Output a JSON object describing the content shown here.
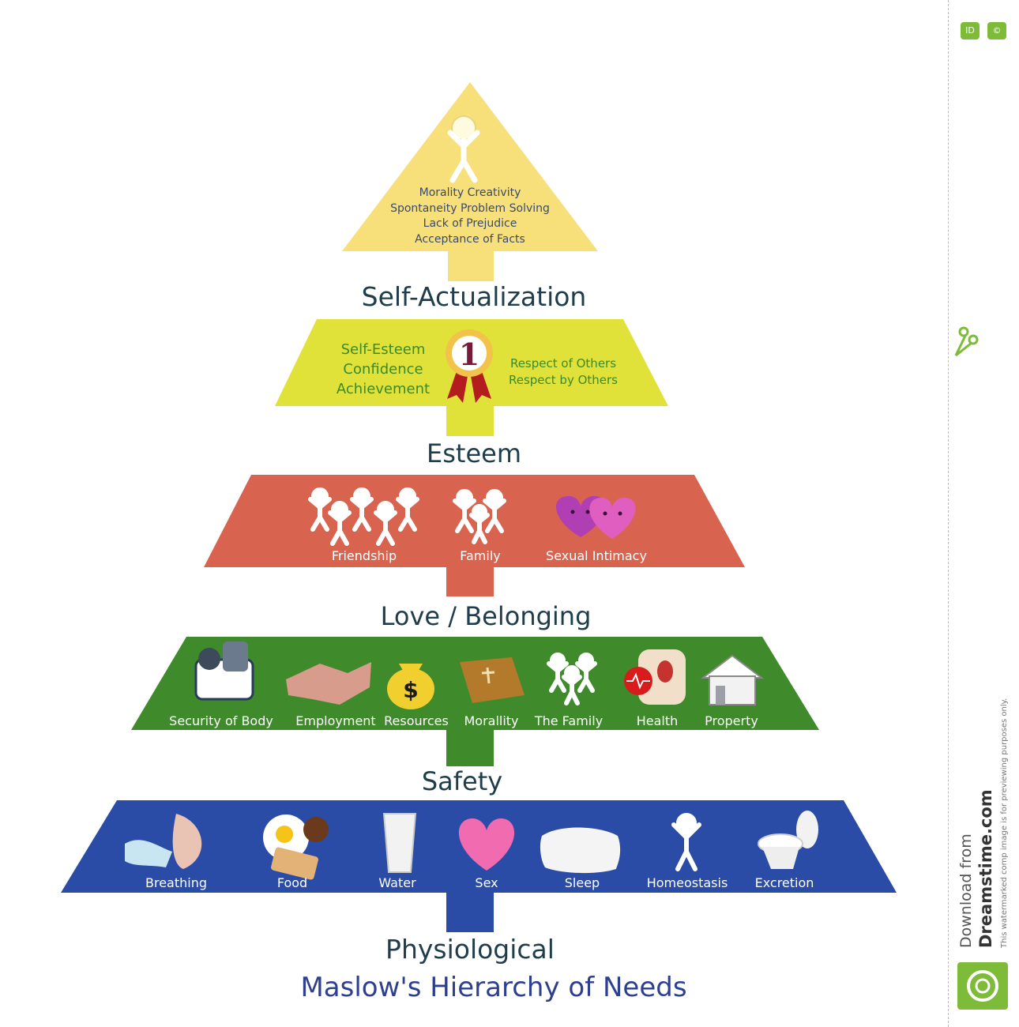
{
  "title": "Maslow's Hierarchy of Needs",
  "colors": {
    "self_actualization": "#f7e07a",
    "esteem": "#e0e23a",
    "love": "#d8634e",
    "safety": "#3f8a2a",
    "physiological": "#2a4ca6",
    "label": "#1f3d4a",
    "title": "#2d3f8f"
  },
  "levels": [
    {
      "name": "Self-Actualization",
      "items": [
        "Morality  Creativity",
        "Spontaneity  Problem Solving",
        "Lack of Prejudice",
        "Acceptance of Facts"
      ],
      "icons": [
        "person-icon"
      ]
    },
    {
      "name": "Esteem",
      "left_items": [
        "Self-Esteem",
        "Confidence",
        "Achievement"
      ],
      "right_items": [
        "Respect of Others",
        "Respect by Others"
      ],
      "badge_number": "1",
      "icons": [
        "award-ribbon-icon"
      ]
    },
    {
      "name": "Love / Belonging",
      "captions": [
        "Friendship",
        "Family",
        "Sexual Intimacy"
      ],
      "icons": [
        "friends-group-icon",
        "family-group-icon",
        "hearts-icon"
      ]
    },
    {
      "name": "Safety",
      "captions": [
        "Security of Body",
        "Employment",
        "Resources",
        "Morallity",
        "The Family",
        "Health",
        "Property"
      ],
      "icons": [
        "body-armor-icon",
        "handshake-icon",
        "money-bag-icon",
        "bible-icon",
        "family-icon",
        "heart-health-icon",
        "house-icon"
      ]
    },
    {
      "name": "Physiological",
      "captions": [
        "Breathing",
        "Food",
        "Water",
        "Sex",
        "Sleep",
        "Homeostasis",
        "Excretion"
      ],
      "icons": [
        "breath-icon",
        "food-plate-icon",
        "water-glass-icon",
        "heart-icon",
        "pillow-icon",
        "person-icon",
        "toilet-icon"
      ]
    }
  ],
  "sidebar": {
    "badge_id": "ID",
    "badge_c": "©",
    "download_from": "Download from",
    "site": "Dreamstime.com",
    "notice": "This watermarked comp image is for previewing purposes only."
  },
  "watermark_text": "dreamstime"
}
